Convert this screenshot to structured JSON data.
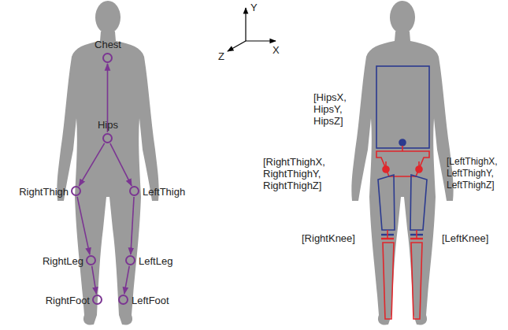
{
  "diagram": {
    "nodes": [
      {
        "text": [
          "Chest"
        ]
      },
      {
        "text": [
          "Hips"
        ]
      },
      {
        "text": [
          "RightThigh"
        ]
      },
      {
        "text": [
          "LeftThigh"
        ]
      },
      {
        "text": [
          "RightLeg"
        ]
      },
      {
        "text": [
          "LeftLeg"
        ]
      },
      {
        "text": [
          "RightFoot"
        ]
      },
      {
        "text": [
          "LeftFoot"
        ]
      }
    ],
    "edges": [
      {
        "from": 1,
        "to": 0,
        "arrow": "to"
      },
      {
        "from": 1,
        "to": 2,
        "arrow": "to"
      },
      {
        "from": 1,
        "to": 3,
        "arrow": "to"
      },
      {
        "from": 2,
        "to": 4,
        "arrow": "to"
      },
      {
        "from": 3,
        "to": 5,
        "arrow": "to"
      },
      {
        "from": 4,
        "to": 6,
        "arrow": "to"
      },
      {
        "from": 5,
        "to": 7,
        "arrow": "to"
      }
    ],
    "labels": [
      "Y",
      "X",
      "Z",
      "[HipsX, HipsY, HipsZ]",
      "[RightThighX, RightThighY, RightThighZ]",
      "[LeftThighX, LeftThighY, LeftThighZ]",
      "[RightKnee]",
      "[LeftKnee]"
    ]
  }
}
